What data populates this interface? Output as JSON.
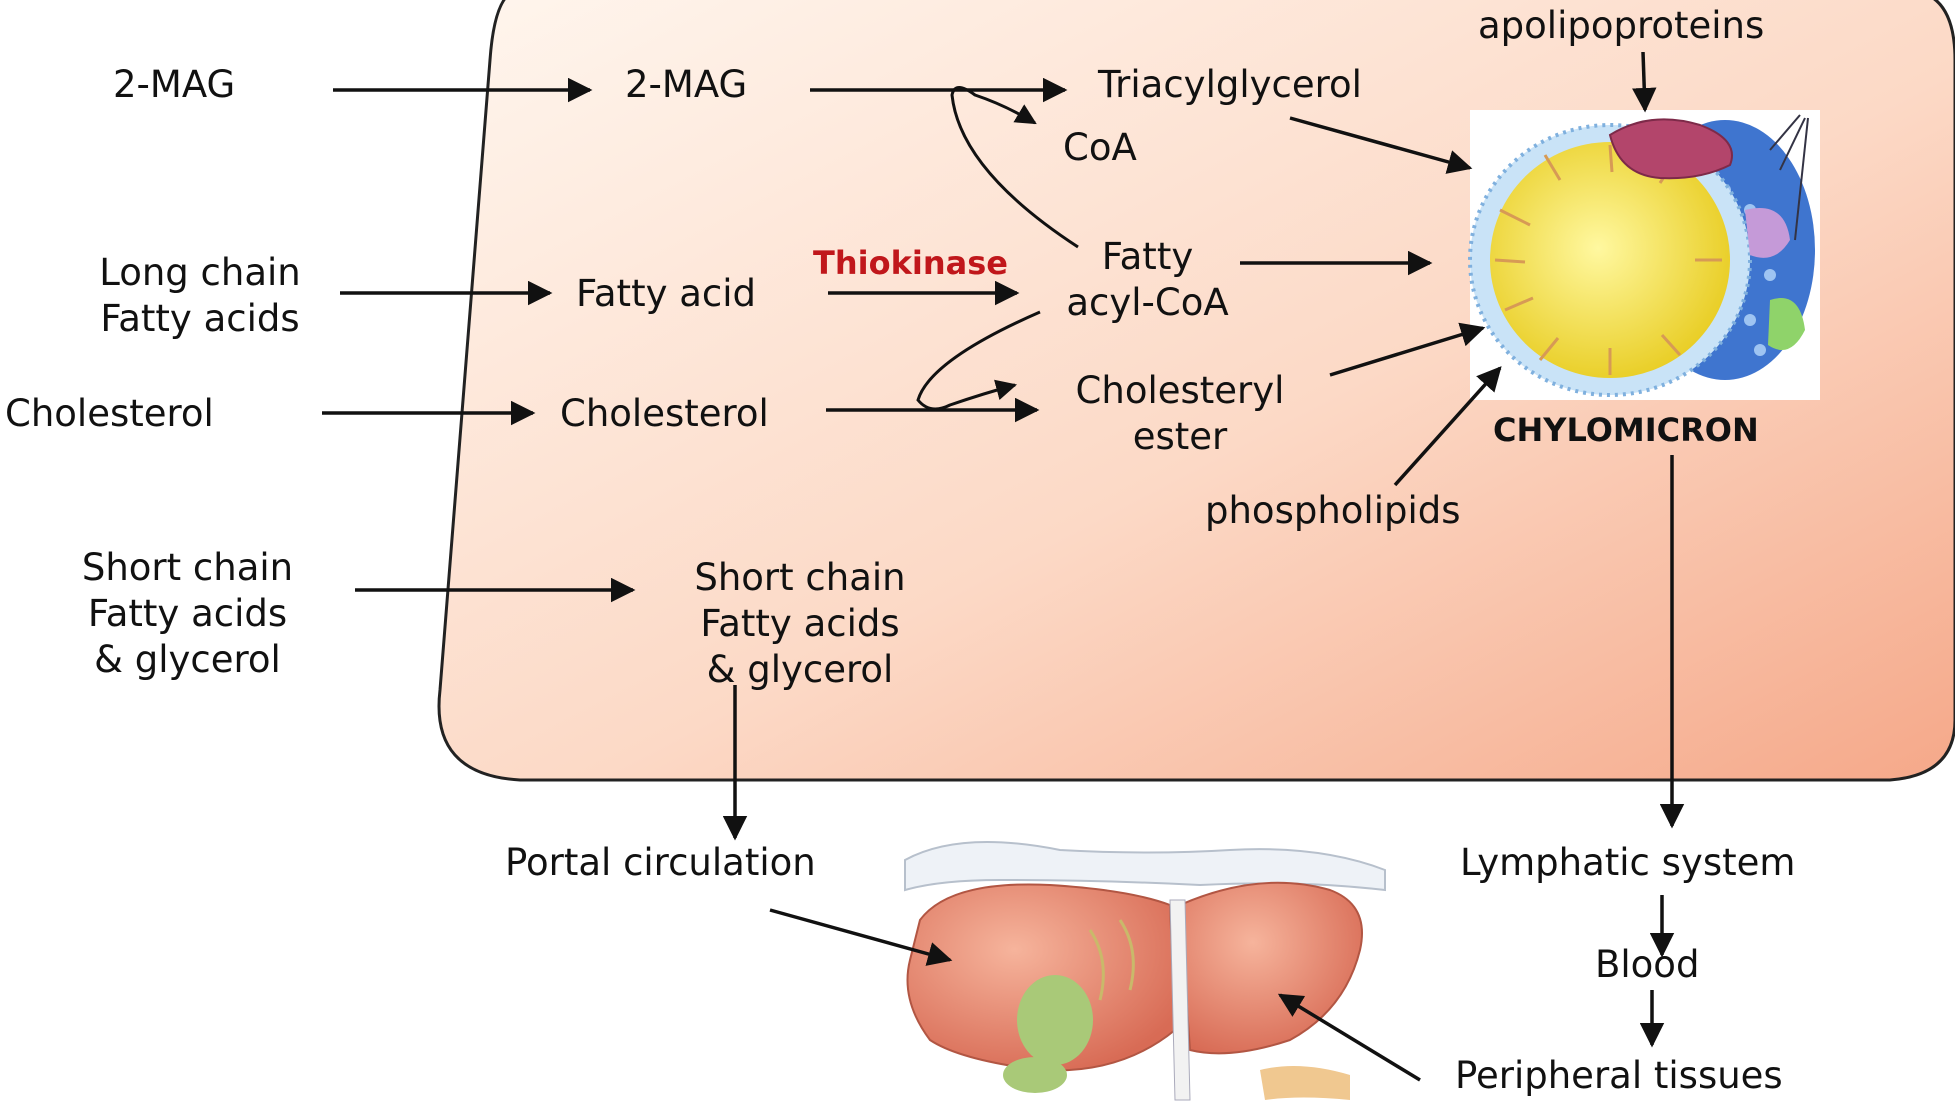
{
  "labels": {
    "mag_left": "2-MAG",
    "mag_right": "2-MAG",
    "triacylglycerol": "Triacylglycerol",
    "coa": "CoA",
    "apolipoproteins": "apolipoproteins",
    "long_chain_left": "Long chain\nFatty acids",
    "fatty_acid": "Fatty acid",
    "thiokinase": "Thiokinase",
    "fatty_acyl_coa": "Fatty\nacyl-CoA",
    "cholesterol_left": "Cholesterol",
    "cholesterol_right": "Cholesterol",
    "cholesteryl_ester": "Cholesteryl\nester",
    "chylomicron": "CHYLOMICRON",
    "phospholipids": "phospholipids",
    "short_chain_left": "Short chain\nFatty acids\n& glycerol",
    "short_chain_right": "Short chain\nFatty acids\n& glycerol",
    "portal_circulation": "Portal circulation",
    "lymphatic_system": "Lymphatic system",
    "blood": "Blood",
    "peripheral_tissues": "Peripheral tissues"
  },
  "colors": {
    "cell_fill": "#fbd3bd",
    "enzyme": "#c0171b",
    "liver": "#e48670",
    "chylomicron_core": "#f4e43b",
    "chylomicron_shell": "#4b7fd2",
    "apoprotein": "#b3456b"
  }
}
